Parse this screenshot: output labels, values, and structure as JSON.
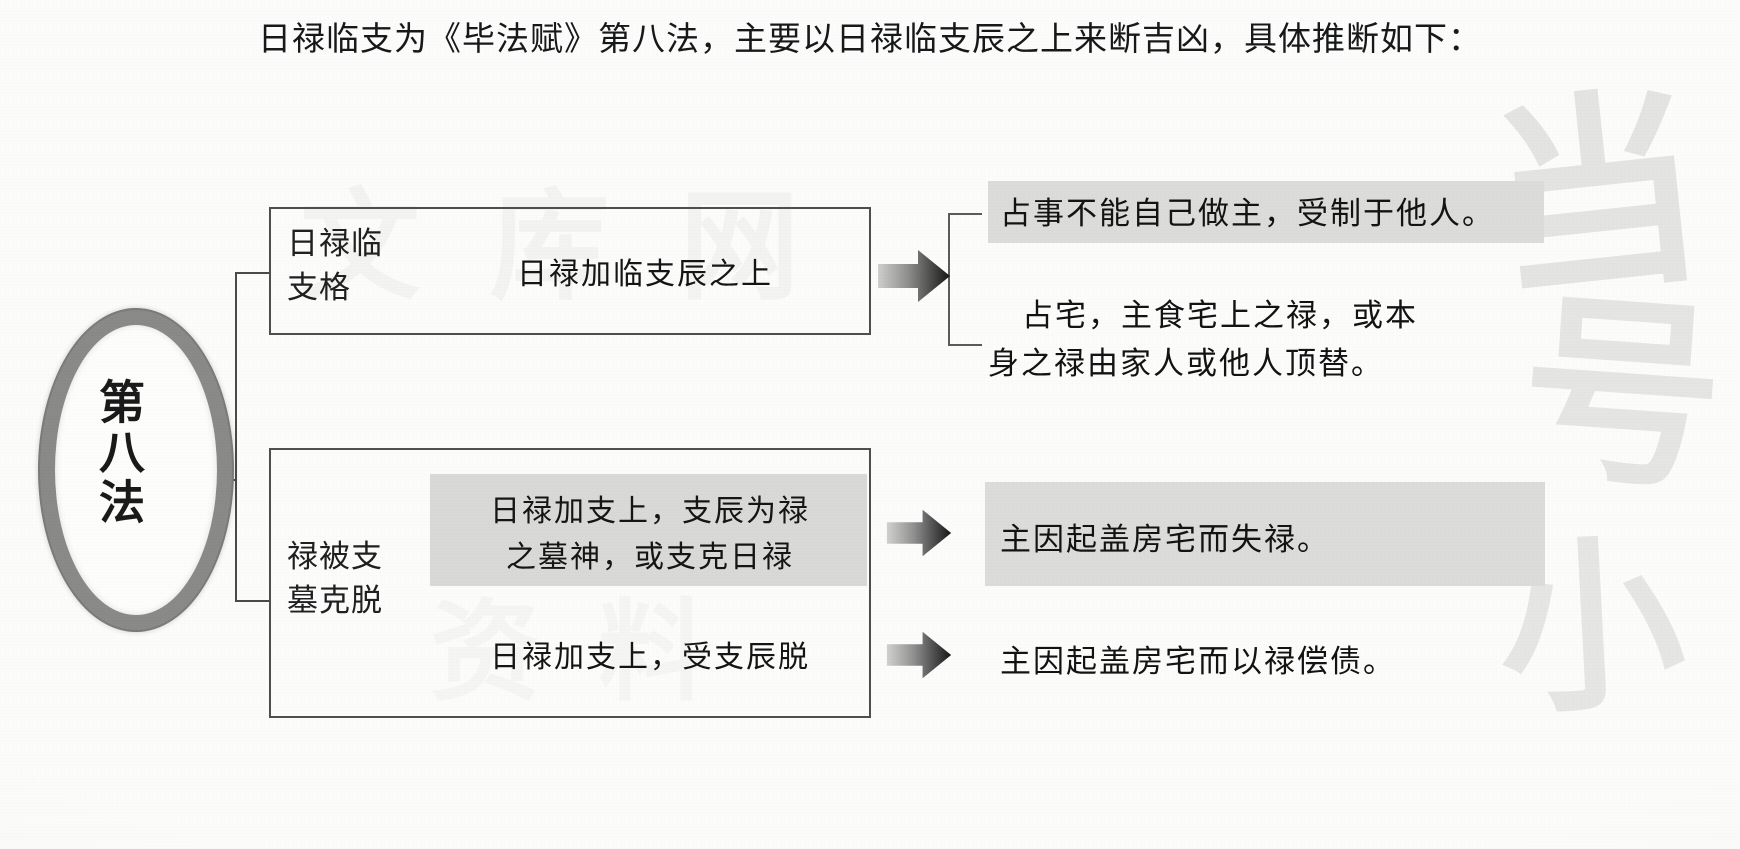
{
  "heading": {
    "text": "日禄临支为《毕法赋》第八法，主要以日禄临支辰之上来断吉凶，具体推断如下："
  },
  "root": {
    "label": "第八法"
  },
  "watermark": {
    "marks": [
      "当",
      "号",
      "小",
      "文 库 网",
      "资 料"
    ]
  },
  "branches": [
    {
      "id": "branch-1",
      "category": "日禄临\n支格",
      "category_line1": "日禄临",
      "category_line2": "支格",
      "rows": [
        {
          "id": "row-1-1",
          "text": "日禄加临支辰之上",
          "shaded": false
        }
      ],
      "results": [
        {
          "id": "result-1-1",
          "lines": [
            "占事不能自己做主，受制于他人。"
          ],
          "shaded": true
        },
        {
          "id": "result-1-2",
          "lines": [
            "占宅，主食宅上之禄，或本",
            "身之禄由家人或他人顶替。"
          ],
          "shaded": false
        }
      ]
    },
    {
      "id": "branch-2",
      "category": "禄被支\n墓克脱",
      "category_line1": "禄被支",
      "category_line2": "墓克脱",
      "rows": [
        {
          "id": "row-2-1",
          "lines": [
            "日禄加支上，支辰为禄",
            "之墓神，或支克日禄"
          ],
          "shaded": true
        },
        {
          "id": "row-2-2",
          "lines": [
            "日禄加支上，受支辰脱"
          ],
          "shaded": false
        }
      ],
      "results": [
        {
          "id": "result-2-1",
          "lines": [
            "主因起盖房宅而失禄。"
          ],
          "shaded": true
        },
        {
          "id": "result-2-2",
          "lines": [
            "主因起盖房宅而以禄偿债。"
          ],
          "shaded": false
        }
      ]
    }
  ],
  "icons": {
    "arrow": "block-arrow-right-icon"
  },
  "colors": {
    "ink": "#151515",
    "line": "#4e4e4e",
    "oval_ring": "#8a8a88",
    "shade": "#d9d9d7",
    "paper": "#fcfcfb"
  }
}
